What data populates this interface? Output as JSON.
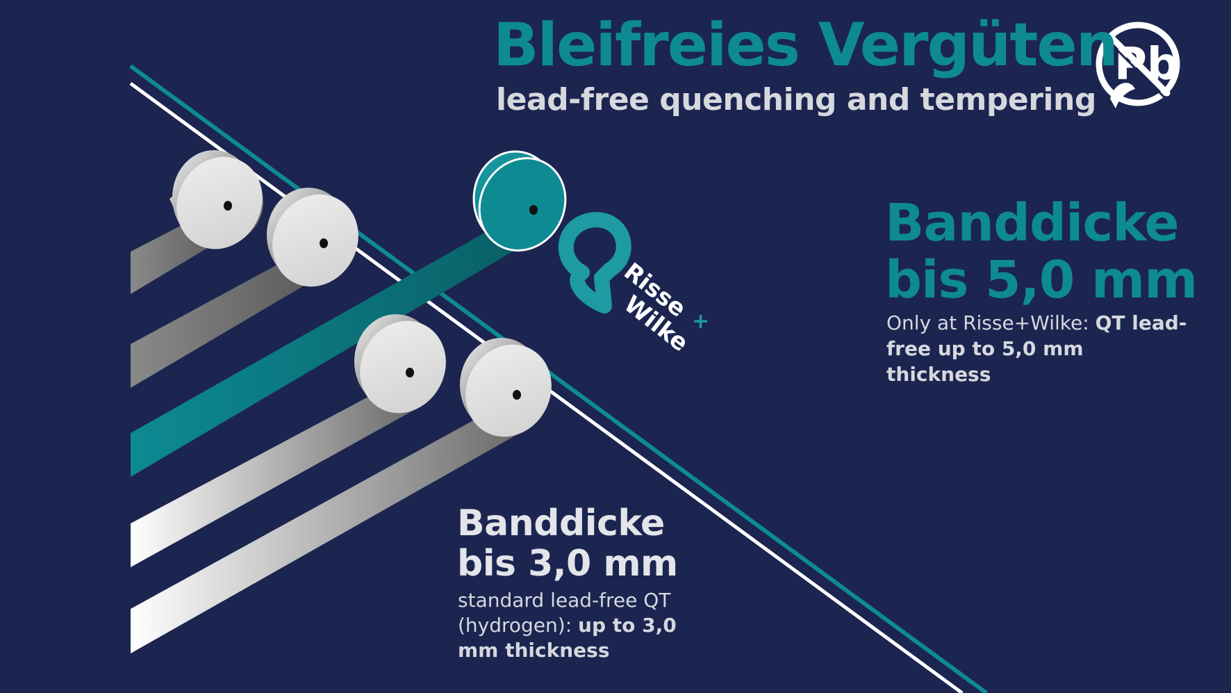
{
  "colors": {
    "background": "#1b2550",
    "teal": "#0e8a93",
    "light_teal": "#2aa6ad",
    "white": "#ffffff",
    "grey_text": "#d6d8de",
    "steel_light": "#e6e6e6",
    "steel_dark": "#6d6d6d"
  },
  "title": "Bleifreies Vergüten",
  "subtitle": "lead-free quenching and tempering",
  "icon": {
    "name": "no-lead-pb-icon",
    "symbol": "Pb"
  },
  "logo": {
    "name": "risse-wilke-logo",
    "line1": "Risse",
    "line2": "Wilke",
    "plus": "+"
  },
  "right_block": {
    "heading_line1": "Banddicke",
    "heading_line2": "bis 5,0 mm",
    "text_regular": "Only at Risse+Wilke: ",
    "text_bold": "QT lead-free up to 5,0 mm thickness"
  },
  "left_block": {
    "heading_line1": "Banddicke",
    "heading_line2": "bis 3,0 mm",
    "text_regular": "standard lead-free QT (hydrogen): ",
    "text_bold": "up to 3,0 mm thickness"
  }
}
